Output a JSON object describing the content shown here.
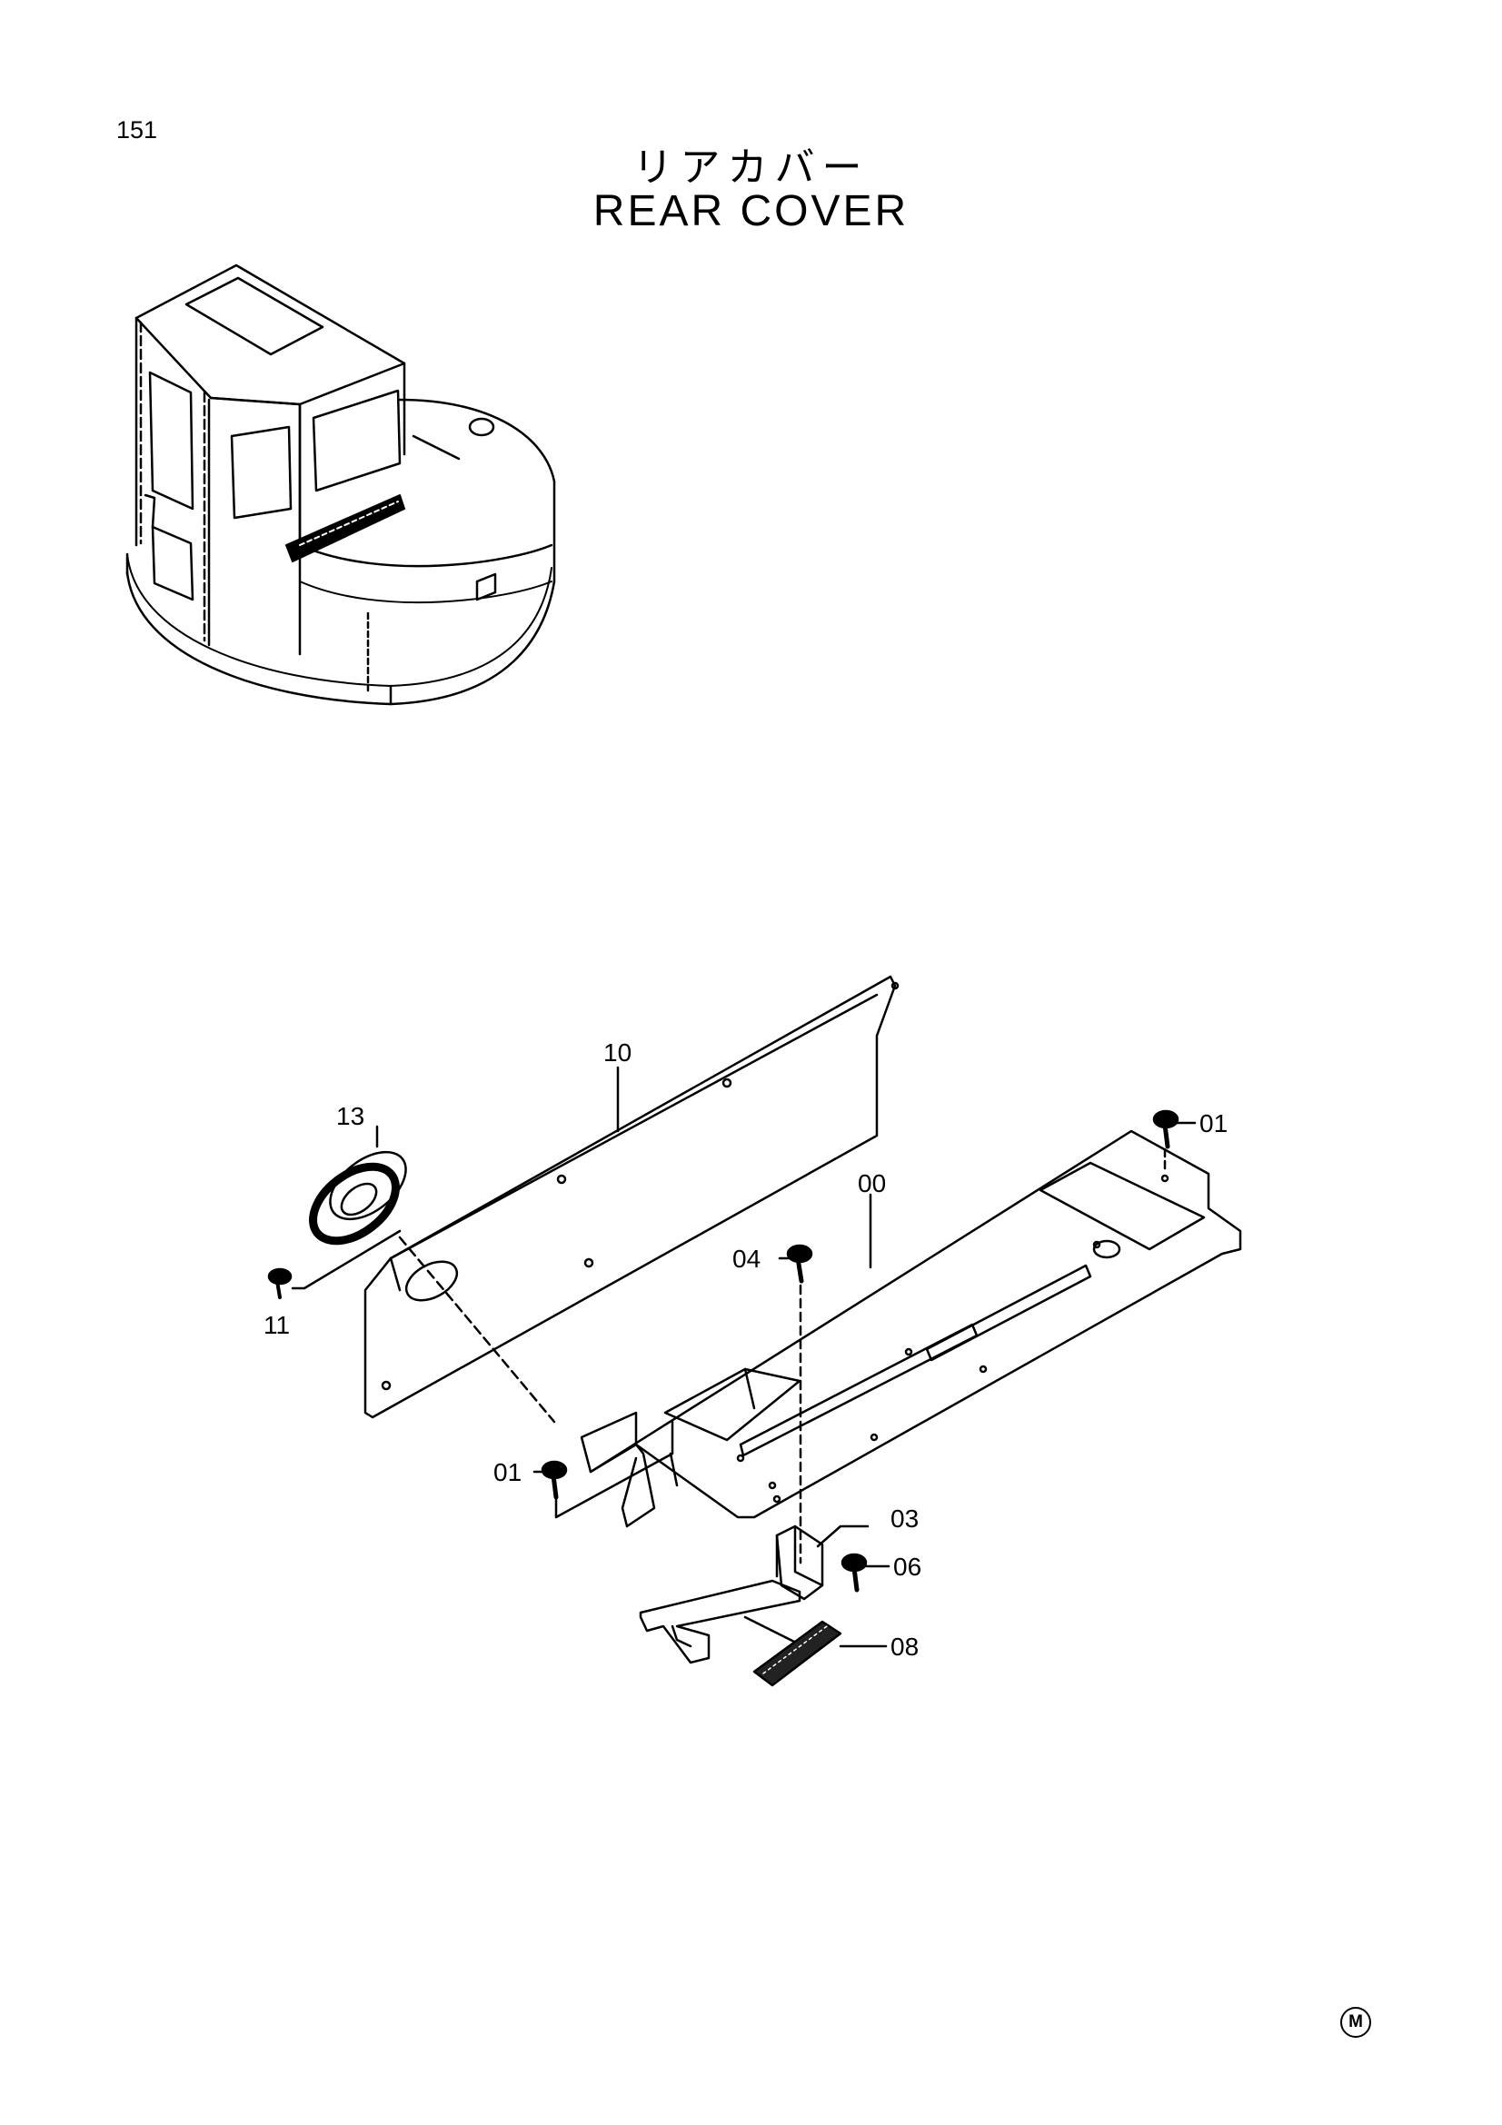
{
  "page": {
    "number": "151",
    "title_jp": "リアカバー",
    "title_en": "REAR COVER",
    "corner_mark": "M"
  },
  "callouts": [
    {
      "id": "lbl-10",
      "text": "10"
    },
    {
      "id": "lbl-13",
      "text": "13"
    },
    {
      "id": "lbl-11",
      "text": "11"
    },
    {
      "id": "lbl-00",
      "text": "00"
    },
    {
      "id": "lbl-01-top",
      "text": "01"
    },
    {
      "id": "lbl-04",
      "text": "04"
    },
    {
      "id": "lbl-01-bottom",
      "text": "01"
    },
    {
      "id": "lbl-03",
      "text": "03"
    },
    {
      "id": "lbl-06",
      "text": "06"
    },
    {
      "id": "lbl-08",
      "text": "08"
    }
  ],
  "colors": {
    "ink": "#000000",
    "paper": "#ffffff"
  }
}
